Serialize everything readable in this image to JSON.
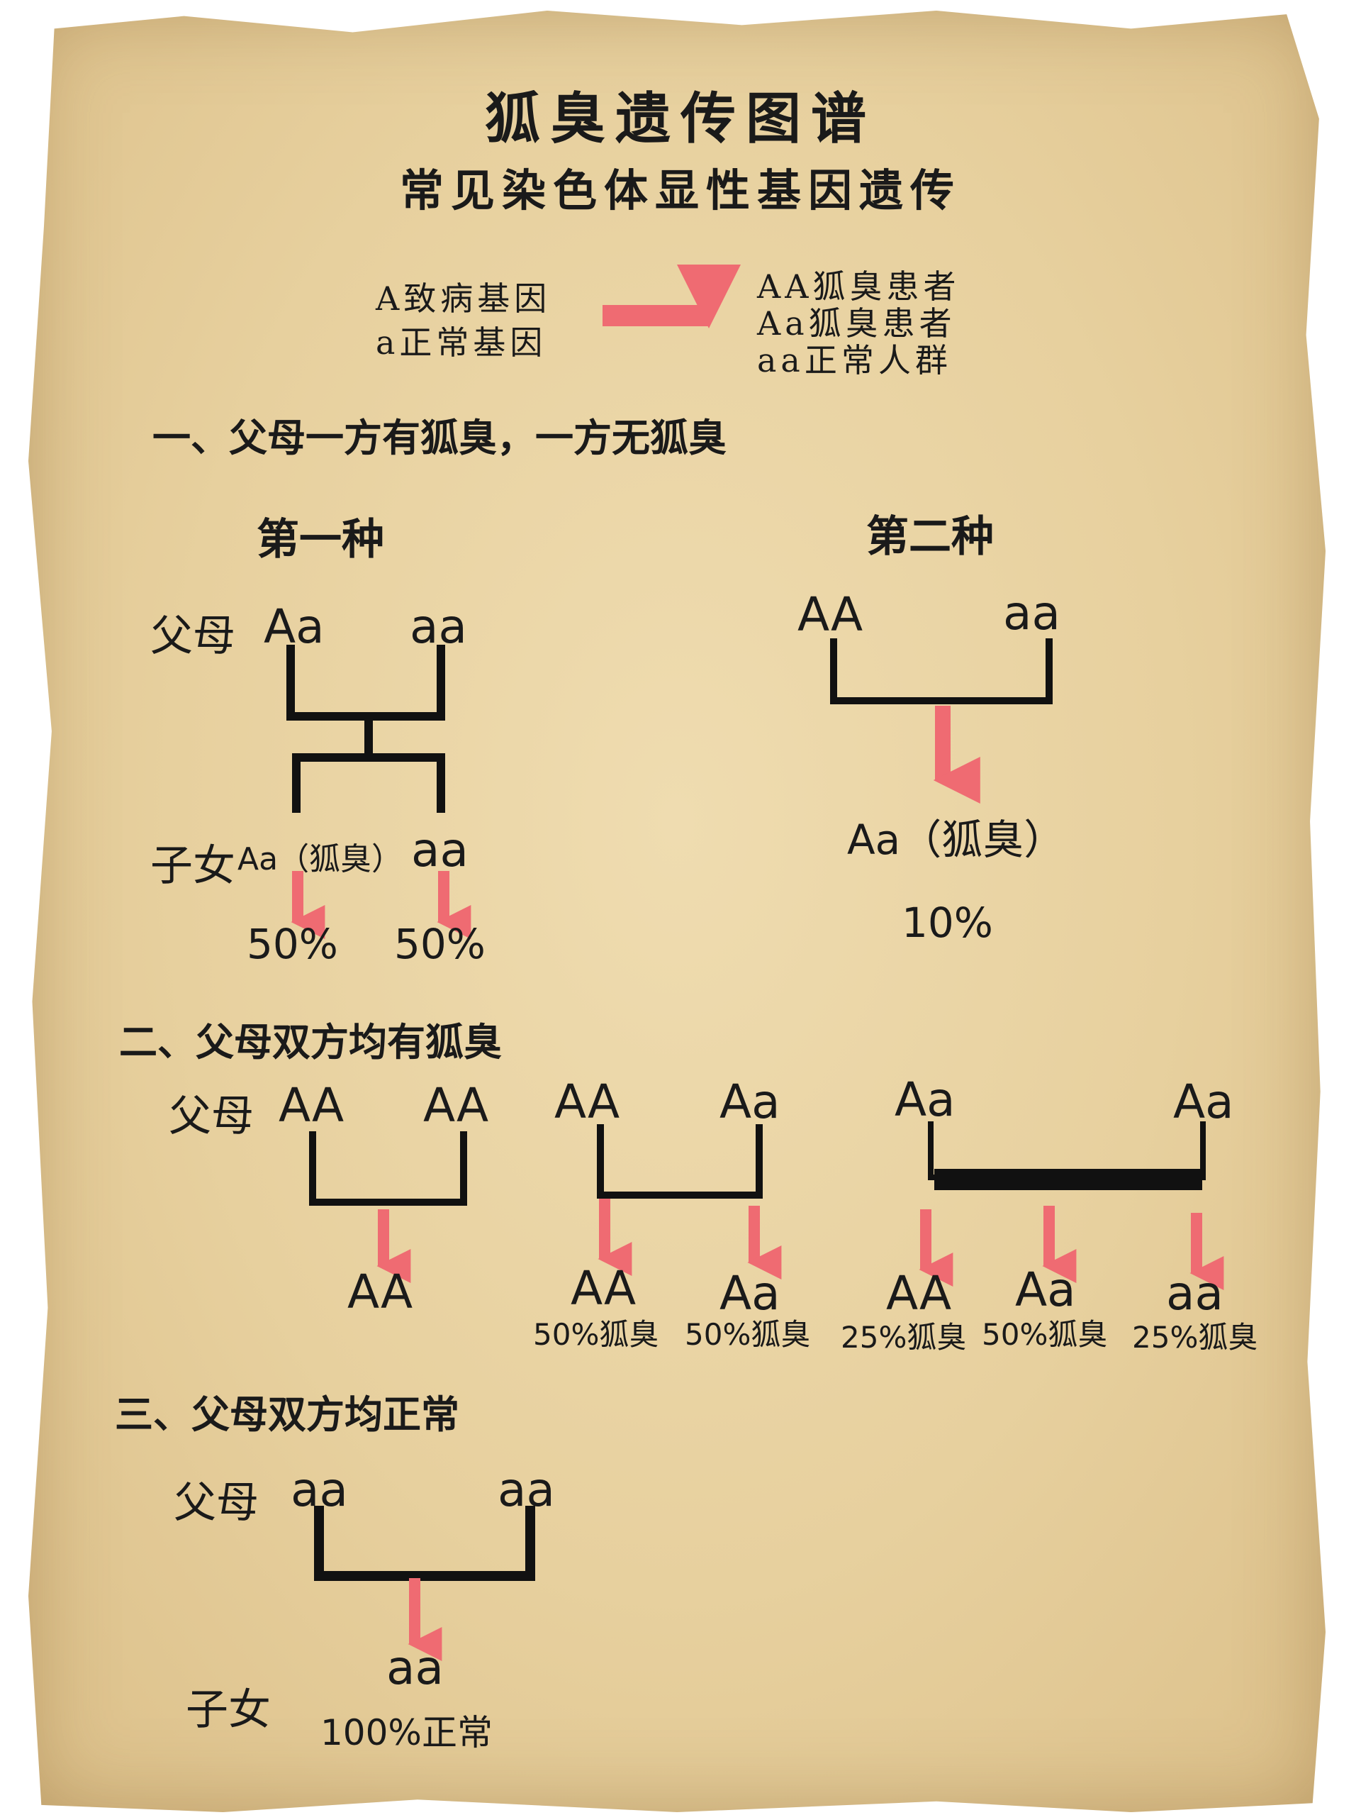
{
  "title": "狐臭遗传图谱",
  "subtitle": "常见染色体显性基因遗传",
  "legend": {
    "left": [
      "A致病基因",
      "a正常基因"
    ],
    "right": [
      "AA狐臭患者",
      "Aa狐臭患者",
      "aa正常人群"
    ]
  },
  "section1": {
    "heading": "一、父母一方有狐臭，一方无狐臭",
    "case1": {
      "title": "第一种",
      "parents_label": "父母",
      "parent_a": "Aa",
      "parent_b": "aa",
      "children_label": "子女",
      "child_a": "Aa（狐臭）",
      "child_b": "aa",
      "pct_a": "50%",
      "pct_b": "50%"
    },
    "case2": {
      "title": "第二种",
      "parent_a": "AA",
      "parent_b": "aa",
      "child": "Aa（狐臭）",
      "pct": "10%"
    }
  },
  "section2": {
    "heading": "二、父母双方均有狐臭",
    "parents_label": "父母",
    "cross1": {
      "parent_a": "AA",
      "parent_b": "AA",
      "child": "AA"
    },
    "cross2": {
      "parent_a": "AA",
      "parent_b": "Aa",
      "children": [
        {
          "geno": "AA",
          "pct": "50%狐臭"
        },
        {
          "geno": "Aa",
          "pct": "50%狐臭"
        }
      ]
    },
    "cross3": {
      "parent_a": "Aa",
      "parent_b": "Aa",
      "children": [
        {
          "geno": "AA",
          "pct": "25%狐臭"
        },
        {
          "geno": "Aa",
          "pct": "50%狐臭"
        },
        {
          "geno": "aa",
          "pct": "25%狐臭"
        }
      ]
    }
  },
  "section3": {
    "heading": "三、父母双方均正常",
    "parents_label": "父母",
    "parent_a": "aa",
    "parent_b": "aa",
    "children_label": "子女",
    "child": "aa",
    "pct": "100%正常"
  },
  "colors": {
    "paper": "#e7d09e",
    "arrow": "#ef6b72",
    "line": "#111111"
  }
}
